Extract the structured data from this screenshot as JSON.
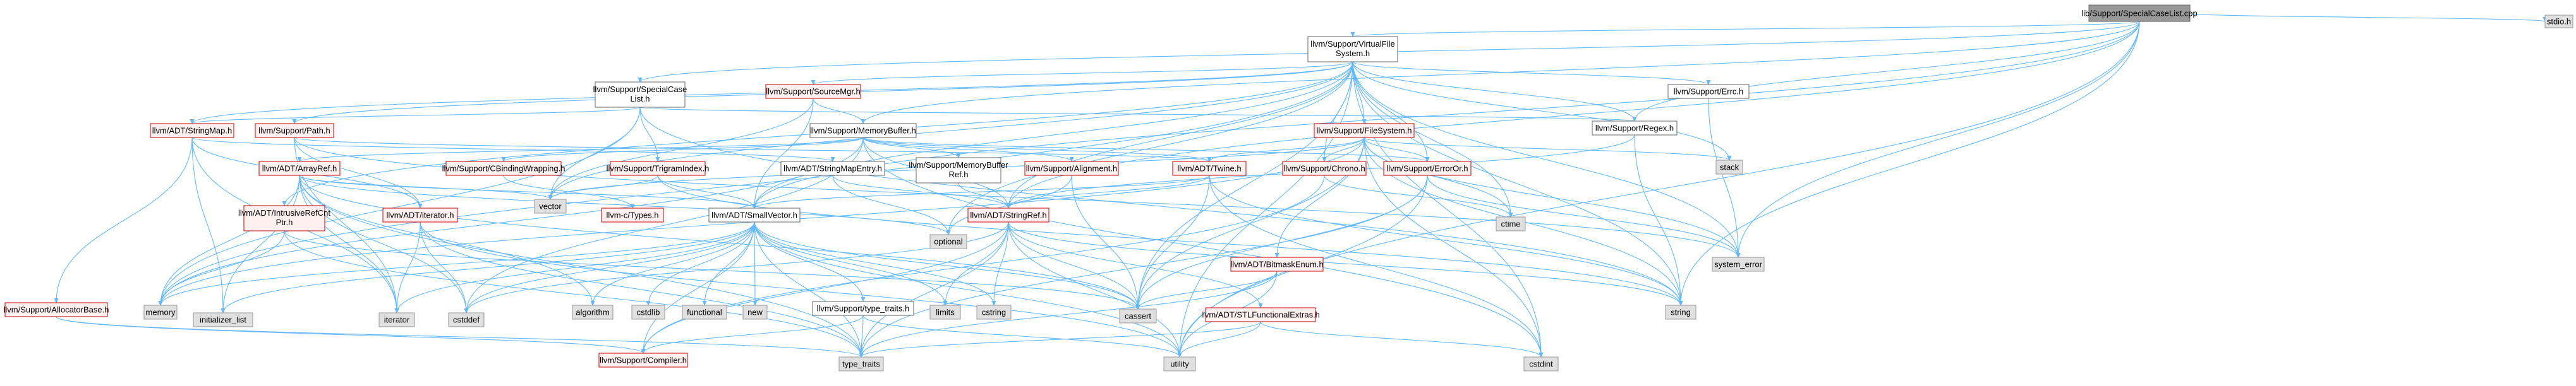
{
  "colors": {
    "edge": "#63b8ff",
    "normal_fill": "#ffffff",
    "normal_stroke": "#666666",
    "red_fill": "#fff0f0",
    "red_stroke": "#cc0000",
    "grey_fill": "#e0e0e0",
    "grey_stroke": "#999999",
    "root_fill": "#999999",
    "root_stroke": "#666666"
  },
  "nodes": {
    "root": {
      "label": "lib/Support/SpecialCaseList.cpp",
      "style": "root"
    },
    "vfs": {
      "label": "llvm/Support/VirtualFileSystem.h",
      "style": "normal"
    },
    "stdio": {
      "label": "stdio.h",
      "style": "grey"
    },
    "scl": {
      "label": "llvm/Support/SpecialCaseList.h",
      "style": "normal"
    },
    "srcmgr": {
      "label": "llvm/Support/SourceMgr.h",
      "style": "red"
    },
    "errc": {
      "label": "llvm/Support/Errc.h",
      "style": "normal"
    },
    "regex": {
      "label": "llvm/Support/Regex.h",
      "style": "normal"
    },
    "stringmap": {
      "label": "llvm/ADT/StringMap.h",
      "style": "red"
    },
    "path": {
      "label": "llvm/Support/Path.h",
      "style": "red"
    },
    "membuf": {
      "label": "llvm/Support/MemoryBuffer.h",
      "style": "normal"
    },
    "filesystem": {
      "label": "llvm/Support/FileSystem.h",
      "style": "red"
    },
    "stack": {
      "label": "stack",
      "style": "grey"
    },
    "system_error": {
      "label": "system_error",
      "style": "grey"
    },
    "arrayref": {
      "label": "llvm/ADT/ArrayRef.h",
      "style": "red"
    },
    "cbinding": {
      "label": "llvm/Support/CBindingWrapping.h",
      "style": "red"
    },
    "trigram": {
      "label": "llvm/Support/TrigramIndex.h",
      "style": "red"
    },
    "stringmapentry": {
      "label": "llvm/ADT/StringMapEntry.h",
      "style": "normal"
    },
    "membufref": {
      "label": "llvm/Support/MemoryBufferRef.h",
      "style": "normal"
    },
    "alignment": {
      "label": "llvm/Support/Alignment.h",
      "style": "red"
    },
    "twine": {
      "label": "llvm/ADT/Twine.h",
      "style": "red"
    },
    "chrono": {
      "label": "llvm/Support/Chrono.h",
      "style": "red"
    },
    "erroror": {
      "label": "llvm/Support/ErrorOr.h",
      "style": "red"
    },
    "intrusive": {
      "label": "llvm/ADT/IntrusiveRefCntPtr.h",
      "style": "red"
    },
    "iterator": {
      "label": "llvm/ADT/iterator.h",
      "style": "red"
    },
    "vector": {
      "label": "vector",
      "style": "grey"
    },
    "ctypes": {
      "label": "llvm-c/Types.h",
      "style": "red"
    },
    "smallvector": {
      "label": "llvm/ADT/SmallVector.h",
      "style": "normal"
    },
    "optional": {
      "label": "optional",
      "style": "grey"
    },
    "stringref": {
      "label": "llvm/ADT/StringRef.h",
      "style": "red"
    },
    "ctime": {
      "label": "ctime",
      "style": "grey"
    },
    "bitmask": {
      "label": "llvm/ADT/BitmaskEnum.h",
      "style": "red"
    },
    "allocbase": {
      "label": "llvm/Support/AllocatorBase.h",
      "style": "red"
    },
    "memory": {
      "label": "memory",
      "style": "grey"
    },
    "initlist": {
      "label": "initializer_list",
      "style": "grey"
    },
    "iteratorstd": {
      "label": "iterator",
      "style": "grey"
    },
    "cstddef": {
      "label": "cstddef",
      "style": "grey"
    },
    "algorithm": {
      "label": "algorithm",
      "style": "grey"
    },
    "cstdlib": {
      "label": "cstdlib",
      "style": "grey"
    },
    "functional": {
      "label": "functional",
      "style": "grey"
    },
    "new": {
      "label": "new",
      "style": "grey"
    },
    "typetraitsh": {
      "label": "llvm/Support/type_traits.h",
      "style": "normal"
    },
    "limits": {
      "label": "limits",
      "style": "grey"
    },
    "cstring": {
      "label": "cstring",
      "style": "grey"
    },
    "cassert": {
      "label": "cassert",
      "style": "grey"
    },
    "stlfunc": {
      "label": "llvm/ADT/STLFunctionalExtras.h",
      "style": "red"
    },
    "string": {
      "label": "string",
      "style": "grey"
    },
    "compiler": {
      "label": "llvm/Support/Compiler.h",
      "style": "red"
    },
    "type_traits": {
      "label": "type_traits",
      "style": "grey"
    },
    "utility": {
      "label": "utility",
      "style": "grey"
    },
    "cstdint": {
      "label": "cstdint",
      "style": "grey"
    }
  },
  "edges": [
    [
      "root",
      "vfs"
    ],
    [
      "root",
      "stdio"
    ],
    [
      "root",
      "scl"
    ],
    [
      "root",
      "membuf"
    ],
    [
      "root",
      "regex"
    ],
    [
      "root",
      "smallvector"
    ],
    [
      "root",
      "system_error"
    ],
    [
      "root",
      "string"
    ],
    [
      "root",
      "utility"
    ],
    [
      "root",
      "stringref"
    ],
    [
      "vfs",
      "srcmgr"
    ],
    [
      "vfs",
      "errc"
    ],
    [
      "vfs",
      "regex"
    ],
    [
      "vfs",
      "filesystem"
    ],
    [
      "vfs",
      "stringmap"
    ],
    [
      "vfs",
      "path"
    ],
    [
      "vfs",
      "chrono"
    ],
    [
      "vfs",
      "erroror"
    ],
    [
      "vfs",
      "smallvector"
    ],
    [
      "vfs",
      "stringref"
    ],
    [
      "vfs",
      "stack"
    ],
    [
      "vfs",
      "system_error"
    ],
    [
      "vfs",
      "intrusive"
    ],
    [
      "vfs",
      "memory"
    ],
    [
      "vfs",
      "optional"
    ],
    [
      "vfs",
      "string"
    ],
    [
      "vfs",
      "ctime"
    ],
    [
      "vfs",
      "cassert"
    ],
    [
      "vfs",
      "cstdint"
    ],
    [
      "vfs",
      "utility"
    ],
    [
      "vfs",
      "vector"
    ],
    [
      "scl",
      "stringmap"
    ],
    [
      "scl",
      "regex"
    ],
    [
      "scl",
      "trigram"
    ],
    [
      "scl",
      "memory"
    ],
    [
      "scl",
      "string"
    ],
    [
      "scl",
      "vector"
    ],
    [
      "srcmgr",
      "membuf"
    ],
    [
      "srcmgr",
      "smallvector"
    ],
    [
      "srcmgr",
      "vector"
    ],
    [
      "errc",
      "system_error"
    ],
    [
      "regex",
      "string"
    ],
    [
      "regex",
      "stringref"
    ],
    [
      "stringmap",
      "stringmapentry"
    ],
    [
      "stringmap",
      "allocbase"
    ],
    [
      "stringmap",
      "iterator"
    ],
    [
      "stringmap",
      "initlist"
    ],
    [
      "stringmap",
      "iteratorstd"
    ],
    [
      "path",
      "twine"
    ],
    [
      "path",
      "iterator"
    ],
    [
      "path",
      "iteratorstd"
    ],
    [
      "path",
      "system_error"
    ],
    [
      "membuf",
      "cbinding"
    ],
    [
      "membuf",
      "arrayref"
    ],
    [
      "membuf",
      "twine"
    ],
    [
      "membuf",
      "alignment"
    ],
    [
      "membuf",
      "membufref"
    ],
    [
      "membuf",
      "erroror"
    ],
    [
      "membuf",
      "stringref"
    ],
    [
      "membuf",
      "memory"
    ],
    [
      "membuf",
      "cstddef"
    ],
    [
      "membuf",
      "cstdint"
    ],
    [
      "filesystem",
      "twine"
    ],
    [
      "filesystem",
      "chrono"
    ],
    [
      "filesystem",
      "erroror"
    ],
    [
      "filesystem",
      "bitmask"
    ],
    [
      "filesystem",
      "stack"
    ],
    [
      "filesystem",
      "ctime"
    ],
    [
      "filesystem",
      "string"
    ],
    [
      "filesystem",
      "vector"
    ],
    [
      "filesystem",
      "system_error"
    ],
    [
      "filesystem",
      "cassert"
    ],
    [
      "filesystem",
      "cstdint"
    ],
    [
      "filesystem",
      "memory"
    ],
    [
      "arrayref",
      "smallvector"
    ],
    [
      "arrayref",
      "vector"
    ],
    [
      "arrayref",
      "memory"
    ],
    [
      "arrayref",
      "initlist"
    ],
    [
      "arrayref",
      "iteratorstd"
    ],
    [
      "arrayref",
      "cstddef"
    ],
    [
      "arrayref",
      "algorithm"
    ],
    [
      "arrayref",
      "type_traits"
    ],
    [
      "arrayref",
      "cassert"
    ],
    [
      "arrayref",
      "optional"
    ],
    [
      "cbinding",
      "ctypes"
    ],
    [
      "trigram",
      "smallvector"
    ],
    [
      "trigram",
      "vector"
    ],
    [
      "trigram",
      "string"
    ],
    [
      "stringmapentry",
      "optional"
    ],
    [
      "stringmapentry",
      "stringref"
    ],
    [
      "membufref",
      "stringref"
    ],
    [
      "alignment",
      "cassert"
    ],
    [
      "alignment",
      "optional"
    ],
    [
      "twine",
      "smallvector"
    ],
    [
      "twine",
      "stringref"
    ],
    [
      "twine",
      "cassert"
    ],
    [
      "twine",
      "cstdint"
    ],
    [
      "twine",
      "string"
    ],
    [
      "chrono",
      "ctime"
    ],
    [
      "chrono",
      "compiler"
    ],
    [
      "erroror",
      "system_error"
    ],
    [
      "erroror",
      "cassert"
    ],
    [
      "erroror",
      "type_traits"
    ],
    [
      "erroror",
      "utility"
    ],
    [
      "intrusive",
      "memory"
    ],
    [
      "intrusive",
      "type_traits"
    ],
    [
      "intrusive",
      "cassert"
    ],
    [
      "iterator",
      "iteratorstd"
    ],
    [
      "iterator",
      "cstddef"
    ],
    [
      "iterator",
      "type_traits"
    ],
    [
      "iterator",
      "utility"
    ],
    [
      "smallvector",
      "compiler"
    ],
    [
      "smallvector",
      "typetraitsh"
    ],
    [
      "smallvector",
      "algorithm"
    ],
    [
      "smallvector",
      "cassert"
    ],
    [
      "smallvector",
      "cstddef"
    ],
    [
      "smallvector",
      "cstdlib"
    ],
    [
      "smallvector",
      "cstring"
    ],
    [
      "smallvector",
      "functional"
    ],
    [
      "smallvector",
      "initlist"
    ],
    [
      "smallvector",
      "iteratorstd"
    ],
    [
      "smallvector",
      "limits"
    ],
    [
      "smallvector",
      "memory"
    ],
    [
      "smallvector",
      "new"
    ],
    [
      "smallvector",
      "type_traits"
    ],
    [
      "smallvector",
      "utility"
    ],
    [
      "stringref",
      "stlfunc"
    ],
    [
      "stringref",
      "compiler"
    ],
    [
      "stringref",
      "cassert"
    ],
    [
      "stringref",
      "cstddef"
    ],
    [
      "stringref",
      "cstring"
    ],
    [
      "stringref",
      "limits"
    ],
    [
      "stringref",
      "string"
    ],
    [
      "stringref",
      "type_traits"
    ],
    [
      "stringref",
      "utility"
    ],
    [
      "bitmask",
      "cassert"
    ],
    [
      "bitmask",
      "type_traits"
    ],
    [
      "bitmask",
      "utility"
    ],
    [
      "allocbase",
      "compiler"
    ],
    [
      "allocbase",
      "type_traits"
    ],
    [
      "typetraitsh",
      "compiler"
    ],
    [
      "typetraitsh",
      "type_traits"
    ],
    [
      "typetraitsh",
      "utility"
    ],
    [
      "stlfunc",
      "type_traits"
    ],
    [
      "stlfunc",
      "utility"
    ],
    [
      "stlfunc",
      "cstdint"
    ]
  ]
}
